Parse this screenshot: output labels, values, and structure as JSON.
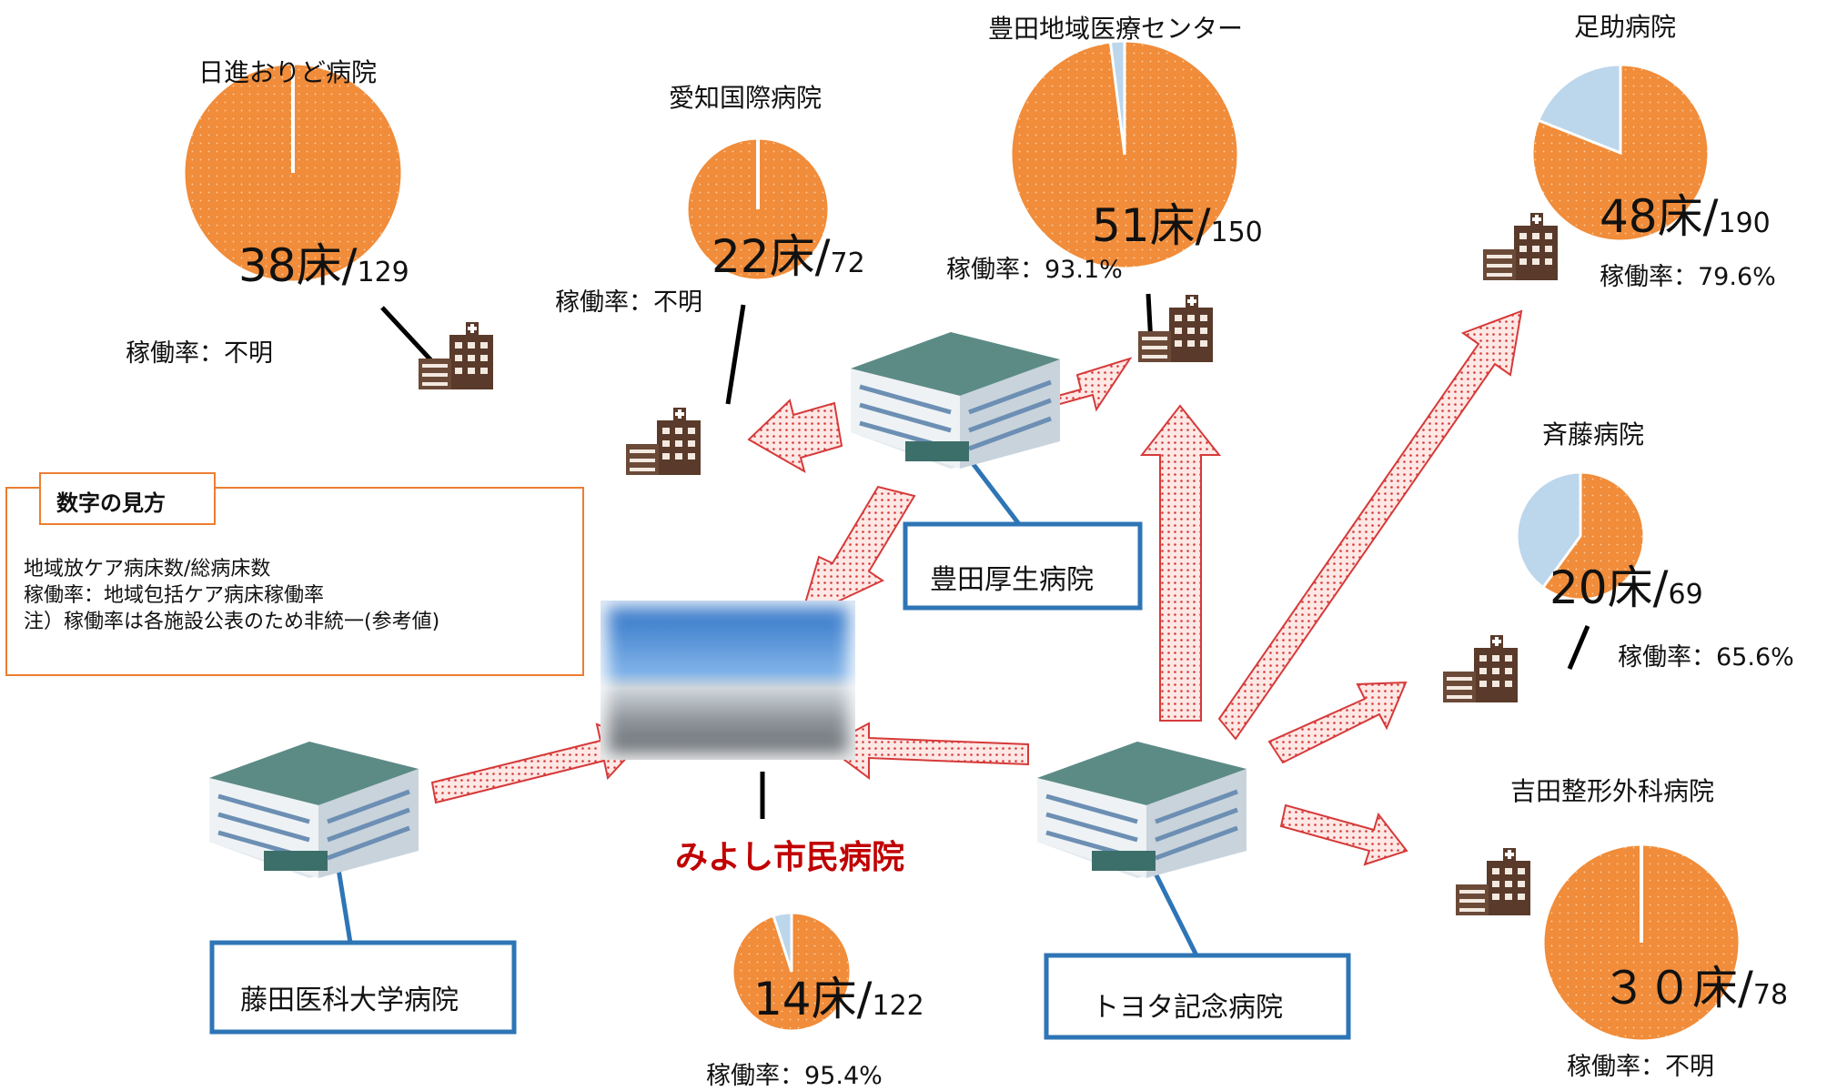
{
  "center_hospital": {
    "name": "みよし市民病院",
    "beds": "14床",
    "total": "122",
    "rate": "稼働率：95.4%",
    "pie_fraction": 0.95
  },
  "legend": {
    "title": "数字の見方",
    "lines": [
      "地域放ケア病床数/総病床数",
      "稼働率：地域包括ケア病床稼働率",
      "注）稼働率は各施設公表のため非統一(参考値)"
    ]
  },
  "source_hospitals": {
    "toyota_kosei": "豊田厚生病院",
    "fujita": "藤田医科大学病院",
    "toyota_kinen": "トヨタ記念病院"
  },
  "hospitals": [
    {
      "key": "nisshin",
      "name": "日進おりど病院",
      "beds": "38床",
      "total": "129",
      "rate": "稼働率：不明",
      "pie_fraction": 1.0
    },
    {
      "key": "aichi",
      "name": "愛知国際病院",
      "beds": "22床",
      "total": "72",
      "rate": "稼働率：不明",
      "pie_fraction": 1.0
    },
    {
      "key": "toyota_chiiki",
      "name": "豊田地域医療センター",
      "beds": "51床",
      "total": "150",
      "rate": "稼働率：93.1%",
      "pie_fraction": 0.98
    },
    {
      "key": "asuke",
      "name": "足助病院",
      "beds": "48床",
      "total": "190",
      "rate": "稼働率：79.6%",
      "pie_fraction": 0.81
    },
    {
      "key": "saito",
      "name": "斉藤病院",
      "beds": "20床",
      "total": "69",
      "rate": "稼働率：65.6%",
      "pie_fraction": 0.6
    },
    {
      "key": "yoshida",
      "name": "吉田整形外科病院",
      "beds": "３０床",
      "total": "78",
      "rate": "稼働率：不明",
      "pie_fraction": 1.0
    }
  ],
  "colors": {
    "pie_main": "#f08c3a",
    "pie_rest": "#bcd6ec",
    "arrow_fill": "#fde3e0",
    "arrow_stroke": "#d63a3a",
    "box_stroke": "#2e75b6",
    "legend_stroke": "#ed7d31",
    "center_text": "#c00000"
  }
}
